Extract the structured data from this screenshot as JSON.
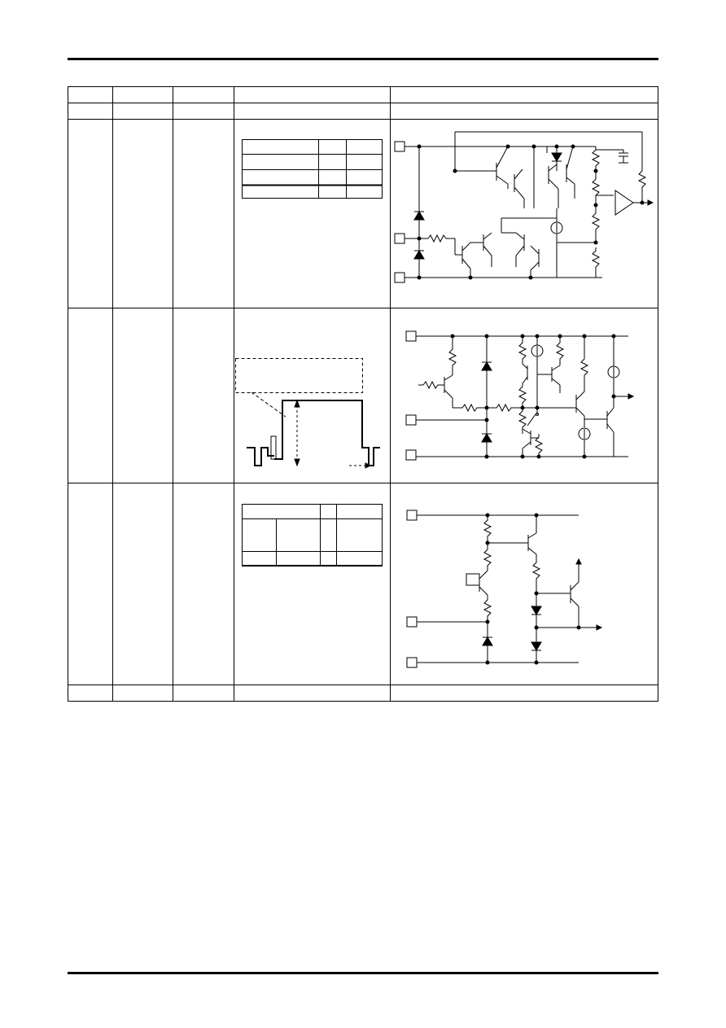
{
  "document": {
    "header_rule": "top",
    "footer_rule": "bottom"
  },
  "table": {
    "header": [
      "",
      "",
      "",
      "",
      ""
    ],
    "rows": [
      {
        "cells": [
          "",
          "",
          "",
          "",
          ""
        ]
      },
      {
        "cells": [
          "",
          "",
          "",
          "",
          ""
        ],
        "figure": "comparator-circuit"
      },
      {
        "cells": [
          "",
          "",
          "",
          "",
          ""
        ],
        "figure": "pulse-input-circuit"
      },
      {
        "cells": [
          "",
          "",
          "",
          "",
          ""
        ],
        "figure": "output-stage-circuit"
      },
      {
        "cells": [
          "",
          "",
          "",
          "",
          ""
        ]
      }
    ]
  },
  "colors": {
    "line": "#000000",
    "background": "#ffffff"
  }
}
